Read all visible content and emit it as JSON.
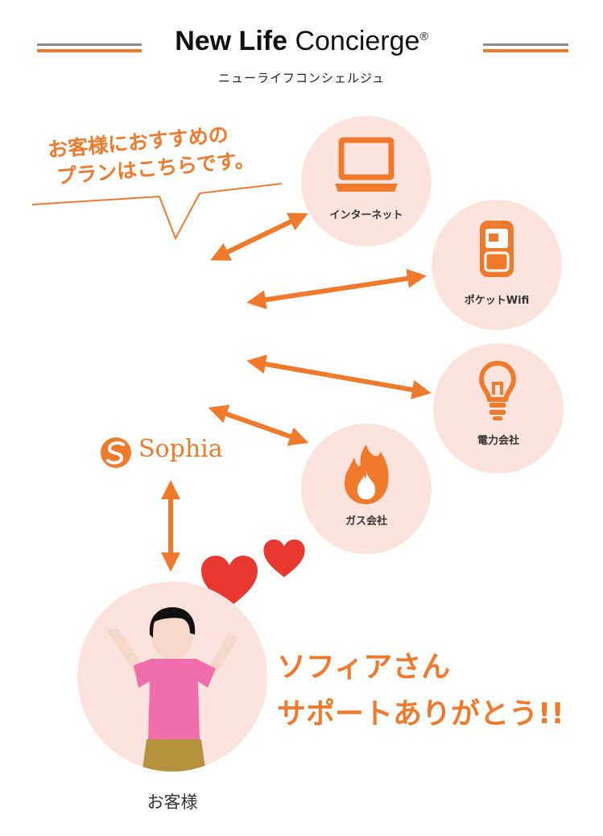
{
  "header": {
    "title_bold": "New Life",
    "title_regular": "Concierge",
    "title_mark": "®",
    "subtitle": "ニューライフコンシェルジュ"
  },
  "bubble": {
    "line1": "お客様におすすめの",
    "line2": "プランはこちらです。"
  },
  "services": [
    {
      "label": "インターネット",
      "icon": "laptop-icon"
    },
    {
      "label": "ポケットWifi",
      "icon": "pocket-wifi-icon"
    },
    {
      "label": "電力会社",
      "icon": "light-bulb-icon"
    },
    {
      "label": "ガス会社",
      "icon": "flame-icon"
    }
  ],
  "sophia": {
    "name": "Sophia",
    "icon": "sophia-logo-icon"
  },
  "customer": {
    "label": "お客様",
    "icon": "happy-child-icon"
  },
  "thanks": {
    "line1": "ソフィアさん",
    "line2": "サポートありがとう!!"
  },
  "colors": {
    "accent": "#f07a2b",
    "circle": "#fde3dd",
    "heart": "#e8382f",
    "rule_grey": "#888888"
  }
}
